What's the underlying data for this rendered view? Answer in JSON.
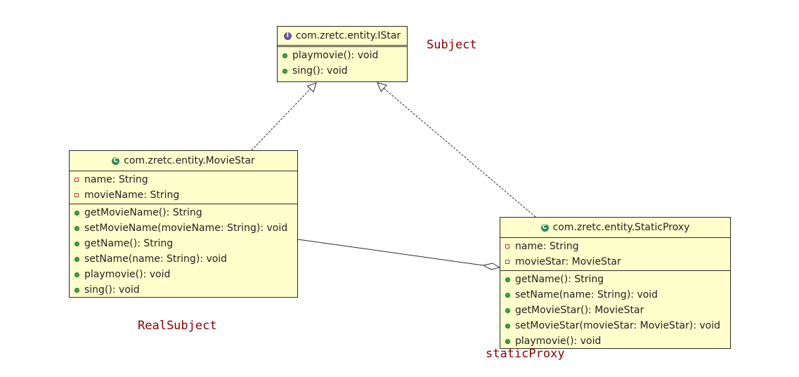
{
  "classes": {
    "istar": {
      "name": "com.zretc.entity.IStar",
      "kind": "interface",
      "methods": [
        "playmovie(): void",
        "sing(): void"
      ]
    },
    "moviestar": {
      "name": "com.zretc.entity.MovieStar",
      "kind": "class",
      "fields": [
        "name: String",
        "movieName: String"
      ],
      "methods": [
        "getMovieName(): String",
        "setMovieName(movieName: String): void",
        "getName(): String",
        "setName(name: String): void",
        "playmovie(): void",
        "sing(): void"
      ]
    },
    "staticproxy": {
      "name": "com.zretc.entity.StaticProxy",
      "kind": "class",
      "fields": [
        "name: String",
        "movieStar: MovieStar"
      ],
      "methods": [
        "getName(): String",
        "setName(name: String): void",
        "getMovieStar(): MovieStar",
        "setMovieStar(movieStar: MovieStar): void",
        "playmovie(): void"
      ]
    }
  },
  "notes": {
    "subject": "Subject",
    "real_subject": "RealSubject",
    "static_proxy": "staticProxy"
  },
  "relationships": [
    {
      "type": "realization",
      "from": "moviestar",
      "to": "istar"
    },
    {
      "type": "realization",
      "from": "staticproxy",
      "to": "istar"
    },
    {
      "type": "aggregation",
      "from": "moviestar",
      "to": "staticproxy"
    }
  ],
  "colors": {
    "class_fill": "#ffffcc",
    "border": "#2b2b2b",
    "note_text": "#8b0000",
    "method_dot": "#3aa64a",
    "field_marker": "#c0392b",
    "interface_badge": "#6a4fa3",
    "class_badge": "#2e8b57"
  },
  "icons": {
    "interface": "interface-icon",
    "class": "class-icon",
    "method": "public-method-icon",
    "field": "private-field-icon"
  }
}
